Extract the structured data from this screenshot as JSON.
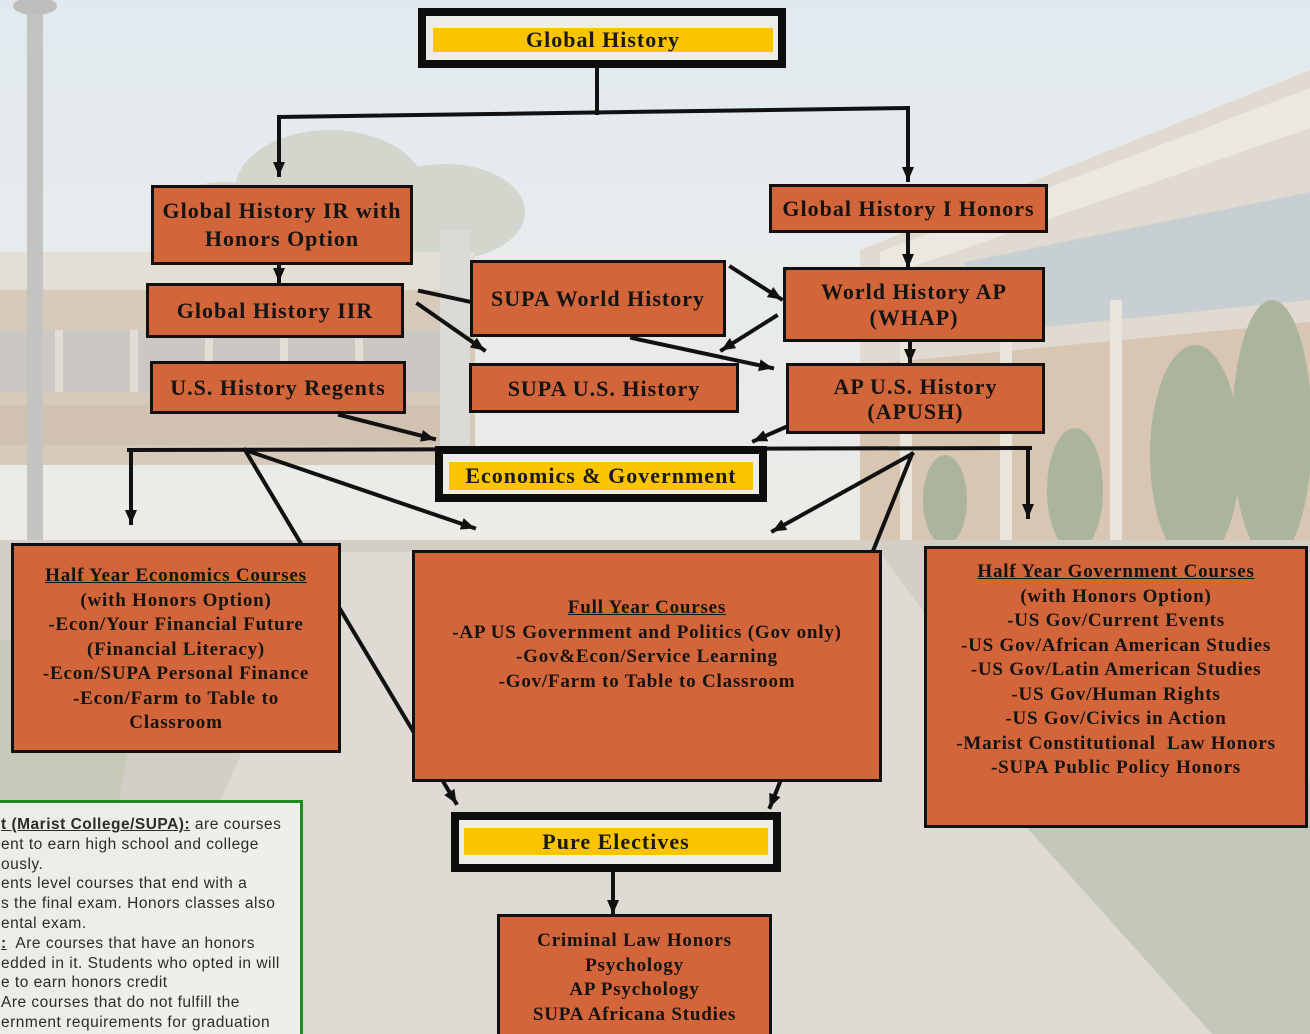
{
  "colors": {
    "course_box": "#d3653a",
    "banner_bar": "#fbc400",
    "banner_frame": "#0d0d0d",
    "legend_border": "#1e8c1e"
  },
  "global_history": {
    "title": "Global History",
    "global_history_ir": [
      "Global History IR with",
      "Honors Option"
    ],
    "global_history_iir": "Global History IIR",
    "us_history_regents": "U.S. History Regents",
    "global_history_i_honors": "Global History I Honors",
    "world_history_ap": [
      "World History AP",
      "(WHAP)"
    ],
    "supa_world_history": "SUPA World History",
    "supa_us_history": "SUPA U.S. History",
    "ap_us_history": [
      "AP U.S. History",
      "(APUSH)"
    ]
  },
  "economics_government": {
    "title": "Economics & Government",
    "half_year_economics": {
      "heading": "Half Year Economics Courses",
      "lines": [
        "(with Honors Option)",
        "-Econ/Your Financial Future",
        "(Financial Literacy)",
        "-Econ/SUPA Personal Finance",
        "-Econ/Farm to Table to",
        "Classroom"
      ]
    },
    "full_year": {
      "heading": "Full Year Courses",
      "lines": [
        "-AP US Government and Politics (Gov only)",
        "-Gov&Econ/Service Learning",
        "-Gov/Farm to Table to Classroom"
      ]
    },
    "half_year_government": {
      "heading": "Half Year Government Courses",
      "lines": [
        "(with Honors Option)",
        "-US Gov/Current Events",
        "-US Gov/African American Studies",
        "-US Gov/Latin American Studies",
        "-US Gov/Human Rights",
        "-US Gov/Civics in Action",
        "-Marist Constitutional  Law Honors",
        "-SUPA Public Policy Honors"
      ]
    }
  },
  "pure_electives": {
    "title": "Pure Electives",
    "courses": [
      "Criminal Law Honors",
      "Psychology",
      "AP Psychology",
      "SUPA Africana Studies"
    ]
  },
  "legend": {
    "lines": [
      {
        "underlined": "t (Marist College/SUPA):",
        "text": " are courses"
      },
      {
        "text": "ent to earn high school and college"
      },
      {
        "text": "ously."
      },
      {
        "text": "ents level courses that end with a"
      },
      {
        "text": "s the final exam. Honors classes also"
      },
      {
        "text": "ental exam."
      },
      {
        "underlined": ":",
        "text": "  Are courses that have an honors"
      },
      {
        "text": "edded in it. Students who opted in will"
      },
      {
        "text": "e to earn honors credit"
      },
      {
        "text": "Are courses that do not fulfill the"
      },
      {
        "text": "ernment requirements for graduation"
      }
    ]
  }
}
